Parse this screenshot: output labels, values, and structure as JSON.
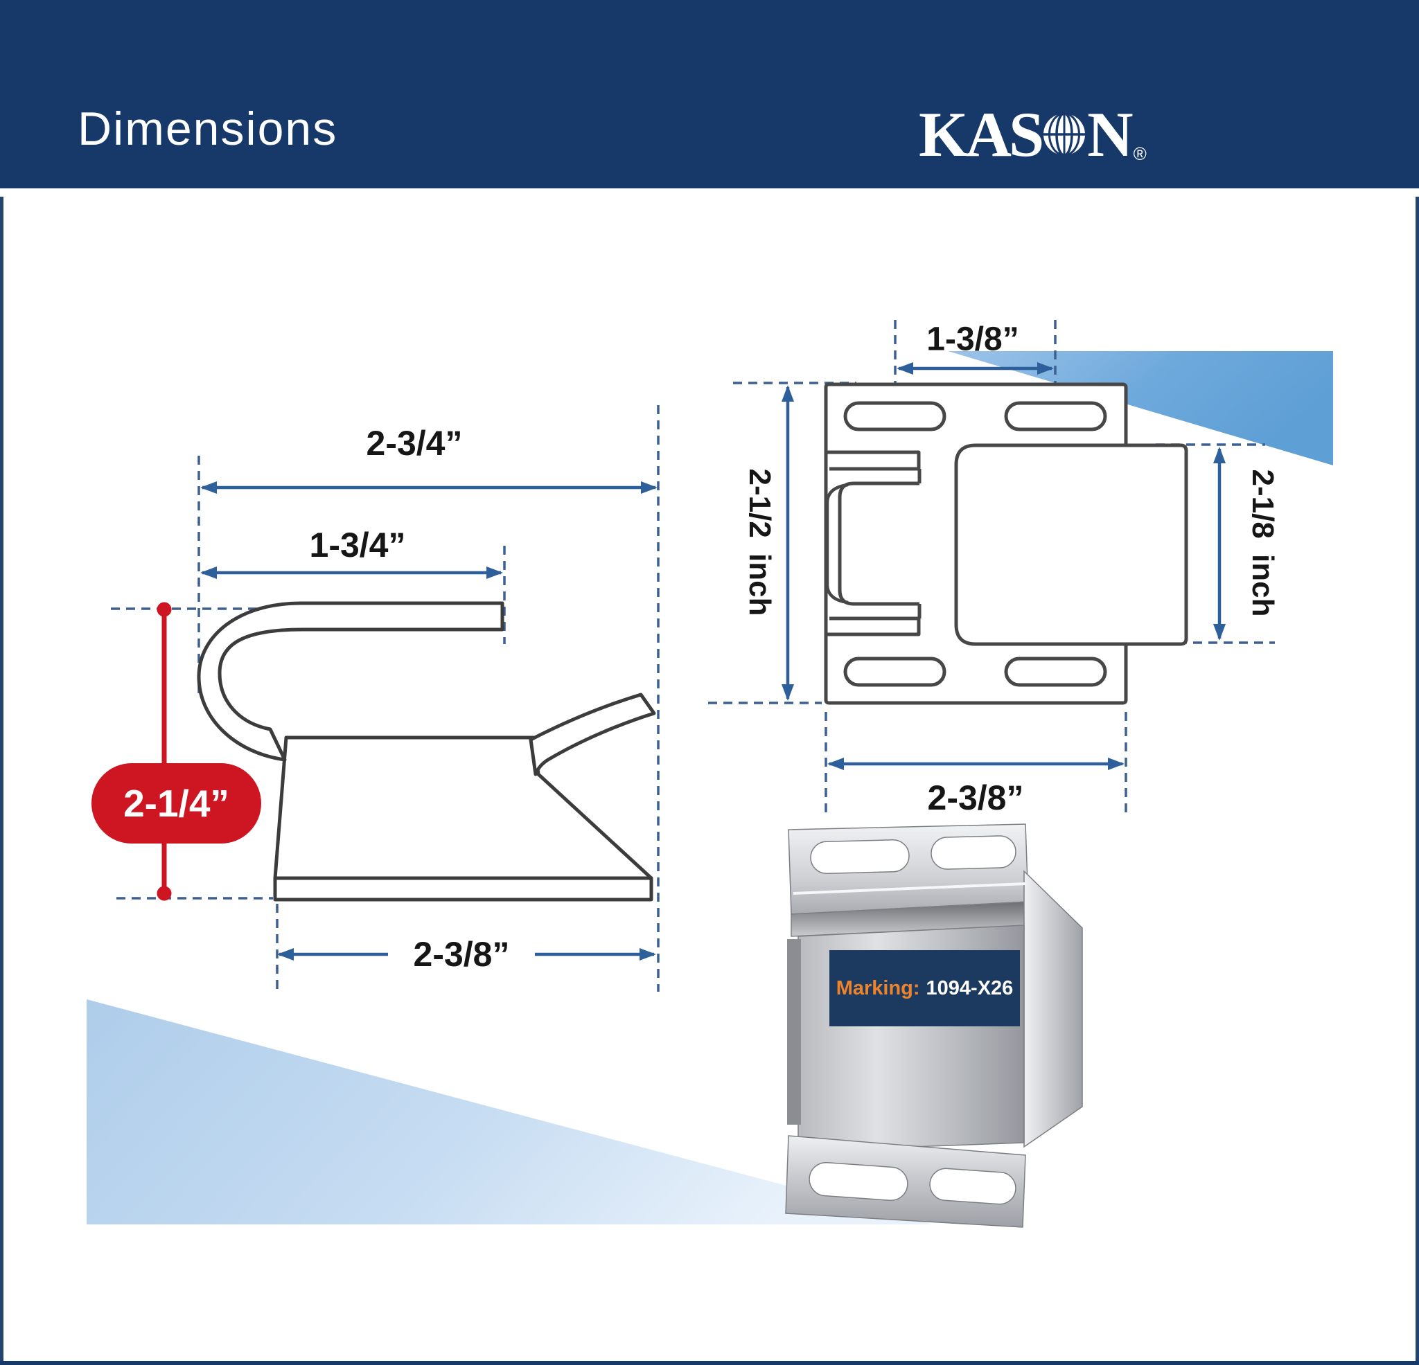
{
  "header": {
    "title": "Dimensions",
    "brand": {
      "full_name": "KASON",
      "prefix": "KAS",
      "suffix": "N",
      "registered": "®"
    }
  },
  "left_view": {
    "description": "side profile line drawing of latch strike",
    "dim_overall_width": "2-3/4”",
    "dim_top_leg": "1-3/4”",
    "dim_height": "2-1/4”",
    "dim_base_width": "2-3/8”"
  },
  "front_view": {
    "description": "front line drawing of strike plate with roller box",
    "dim_slot_spacing": "1-3/8”",
    "dim_overall_height": "2-1/2 inch",
    "dim_roller_height": "2-1/8 inch",
    "dim_base_width": "2-3/8”"
  },
  "photo": {
    "marking_label": "Marking:",
    "marking_value": "1094-X26"
  },
  "colors": {
    "header_navy": "#16396a",
    "border_navy": "#24456f",
    "dimension_red": "#ce1522",
    "arrow_blue": "#2d5f9b",
    "dash_blue": "#3d5f92",
    "line_gray": "#3c3c3c",
    "triangle_blue": "#66a5d9",
    "marking_navy": "#1c3a60",
    "accent_orange": "#ef8329"
  }
}
